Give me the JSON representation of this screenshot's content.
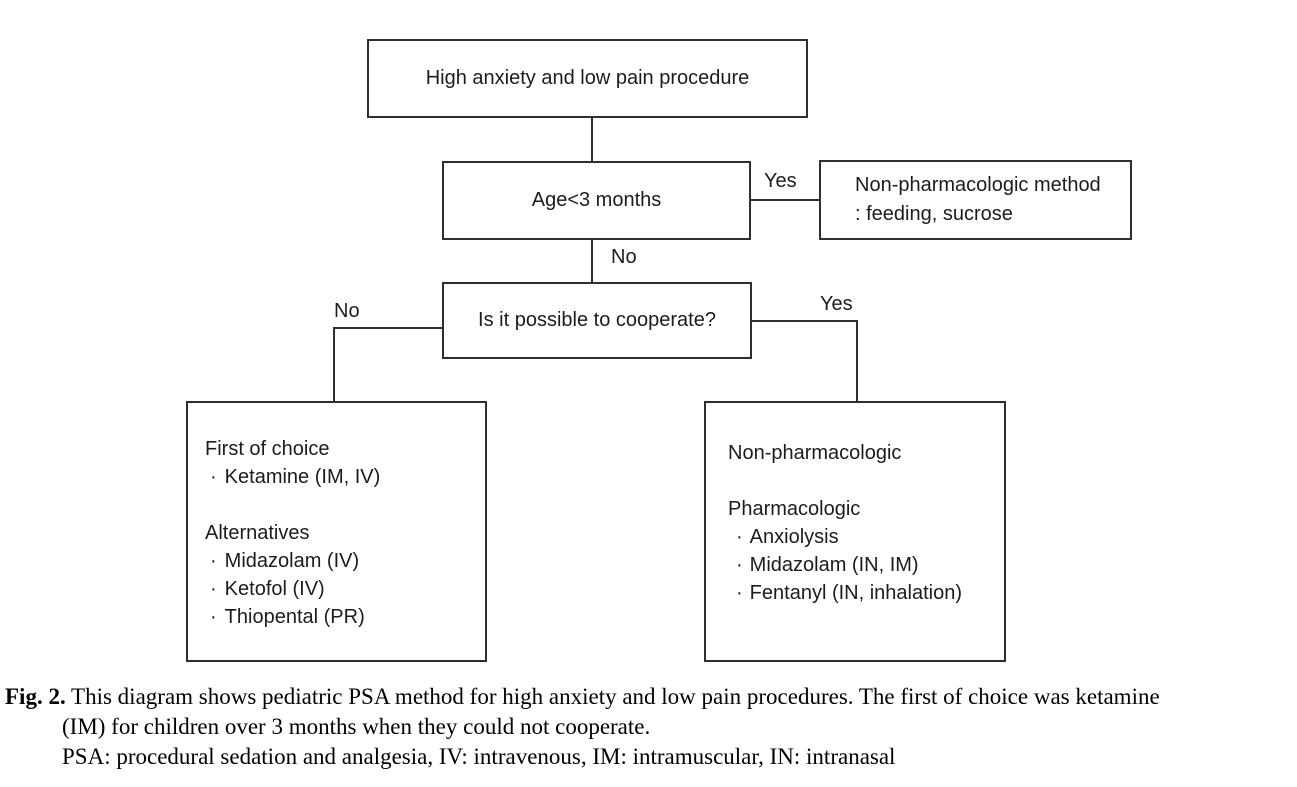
{
  "figure": {
    "flowchart": {
      "bullet": "·",
      "top_box": "High anxiety and low pain procedure",
      "age_box": "Age<3 months",
      "nonpharm_box": {
        "line1": "Non-pharmacologic method",
        "line2": ": feeding, sucrose"
      },
      "cooperate_box": "Is it possible to cooperate?",
      "labels": {
        "age_yes": "Yes",
        "age_no": "No",
        "coop_no": "No",
        "coop_yes": "Yes"
      },
      "first_choice_box": {
        "section1_title": "First of choice",
        "section1_items": [
          "Ketamine (IM, IV)"
        ],
        "section2_title": "Alternatives",
        "section2_items": [
          "Midazolam (IV)",
          "Ketofol (IV)",
          "Thiopental (PR)"
        ]
      },
      "cooperative_box": {
        "section1_title": "Non-pharmacologic",
        "section2_title": "Pharmacologic",
        "section2_items": [
          "Anxiolysis",
          "Midazolam (IN, IM)",
          "Fentanyl (IN, inhalation)"
        ]
      }
    },
    "caption": {
      "label": "Fig. 2.",
      "line1": "This diagram shows pediatric PSA method for high anxiety and low pain procedures. The first of choice was ketamine",
      "line2": "(IM) for children over 3 months when they could not cooperate.",
      "line3": "PSA: procedural sedation and analgesia, IV: intravenous, IM: intramuscular, IN: intranasal"
    },
    "colors": {
      "background": "#ffffff",
      "line": "#2f2f2f",
      "diagram_text": "#1c1c1c",
      "caption_text": "#000000"
    }
  }
}
